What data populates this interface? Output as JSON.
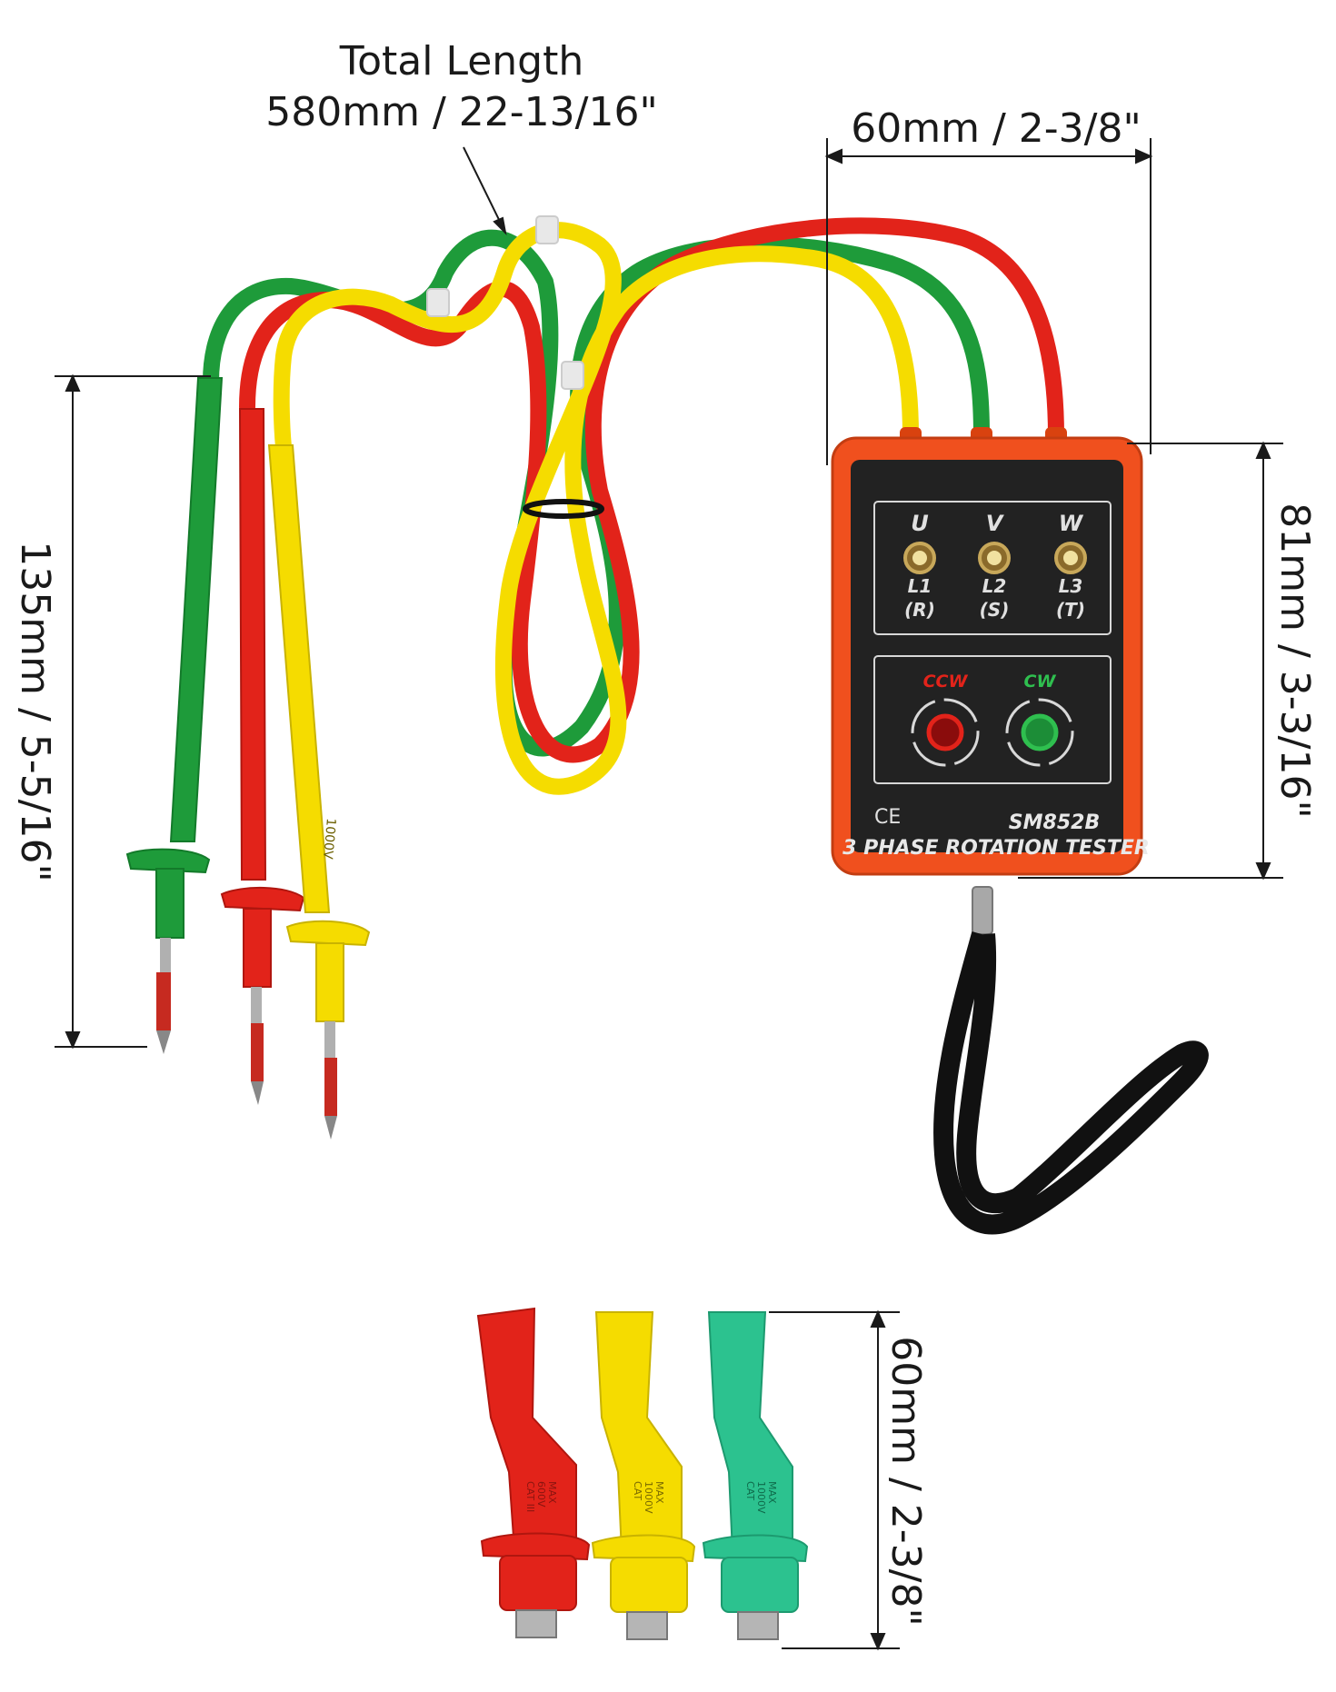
{
  "dimensions": {
    "total_length_label": "Total Length",
    "total_length_value": "580mm / 22-13/16\"",
    "width": "60mm / 2-3/8\"",
    "height": "81mm / 3-3/16\"",
    "probe_length": "135mm / 5-5/16\"",
    "clip_length": "60mm / 2-3/8\""
  },
  "tester": {
    "phases": [
      {
        "letter": "U",
        "line": "L1",
        "code": "(R)"
      },
      {
        "letter": "V",
        "line": "L2",
        "code": "(S)"
      },
      {
        "letter": "W",
        "line": "L3",
        "code": "(T)"
      }
    ],
    "ccw_label": "CCW",
    "cw_label": "CW",
    "ce_mark": "CE",
    "model": "SM852B",
    "name": "3 PHASE ROTATION TESTER"
  },
  "probe_markings": {
    "yellow": "1000V"
  },
  "clip_markings": [
    {
      "color": "red",
      "max": "MAX",
      "rating": "600V",
      "cat": "CAT III"
    },
    {
      "color": "yellow",
      "max": "MAX",
      "rating": "1000V",
      "cat": "CAT"
    },
    {
      "color": "green",
      "max": "MAX",
      "rating": "1000V",
      "cat": "CAT"
    }
  ],
  "colors": {
    "green": "#1e9b3a",
    "red": "#e2231a",
    "yellow": "#f5dc00",
    "teal": "#2cc28f",
    "tester_orange": "#f0501e",
    "panel_black": "#222222"
  }
}
